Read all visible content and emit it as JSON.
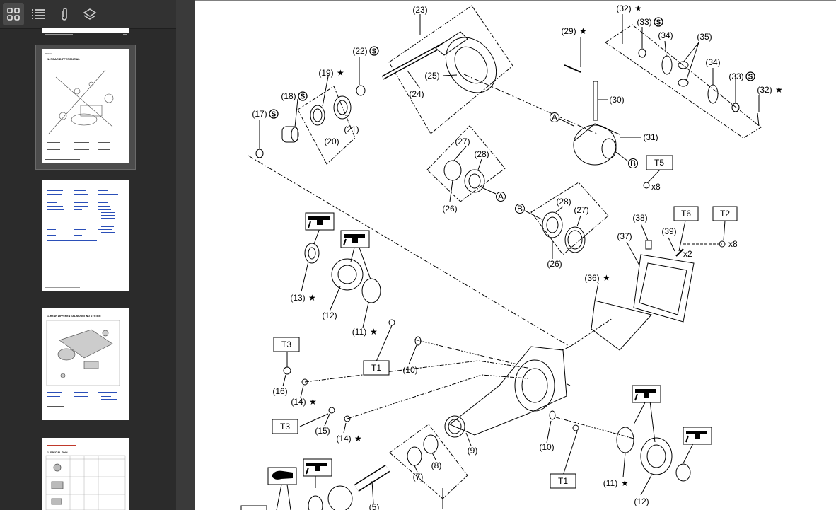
{
  "toolbar": {
    "icons": [
      "thumbnails-grid-icon",
      "outline-list-icon",
      "attachment-paperclip-icon",
      "layers-icon"
    ]
  },
  "thumbnails": [
    {
      "title": "",
      "selected": false
    },
    {
      "title": "1. REAR DIFFERENTIAL",
      "selected": true
    },
    {
      "title": "",
      "selected": false
    },
    {
      "title": "1. REAR DIFFERENTIAL MOUNTING SYSTEM",
      "selected": false
    },
    {
      "title": "1. SPECIAL TOOL",
      "selected": false
    }
  ],
  "diagram": {
    "part_labels": [
      {
        "id": "p23",
        "text": "(23)"
      },
      {
        "id": "p22",
        "text": "(22)"
      },
      {
        "id": "p19",
        "text": "(19)"
      },
      {
        "id": "p18",
        "text": "(18)"
      },
      {
        "id": "p17",
        "text": "(17)"
      },
      {
        "id": "p20",
        "text": "(20)"
      },
      {
        "id": "p21",
        "text": "(21)"
      },
      {
        "id": "p24",
        "text": "(24)"
      },
      {
        "id": "p25",
        "text": "(25)"
      },
      {
        "id": "p29",
        "text": "(29)"
      },
      {
        "id": "p32a",
        "text": "(32)"
      },
      {
        "id": "p33a",
        "text": "(33)"
      },
      {
        "id": "p34a",
        "text": "(34)"
      },
      {
        "id": "p35",
        "text": "(35)"
      },
      {
        "id": "p34b",
        "text": "(34)"
      },
      {
        "id": "p33b",
        "text": "(33)"
      },
      {
        "id": "p32b",
        "text": "(32)"
      },
      {
        "id": "p30",
        "text": "(30)"
      },
      {
        "id": "p31",
        "text": "(31)"
      },
      {
        "id": "p27a",
        "text": "(27)"
      },
      {
        "id": "p28a",
        "text": "(28)"
      },
      {
        "id": "p26a",
        "text": "(26)"
      },
      {
        "id": "p28b",
        "text": "(28)"
      },
      {
        "id": "p27b",
        "text": "(27)"
      },
      {
        "id": "p26b",
        "text": "(26)"
      },
      {
        "id": "p38",
        "text": "(38)"
      },
      {
        "id": "p37",
        "text": "(37)"
      },
      {
        "id": "p39",
        "text": "(39)"
      },
      {
        "id": "p36",
        "text": "(36)"
      },
      {
        "id": "p13",
        "text": "(13)"
      },
      {
        "id": "p12a",
        "text": "(12)"
      },
      {
        "id": "p11a",
        "text": "(11)"
      },
      {
        "id": "p10a",
        "text": "(10)"
      },
      {
        "id": "p16",
        "text": "(16)"
      },
      {
        "id": "p14a",
        "text": "(14)"
      },
      {
        "id": "p15",
        "text": "(15)"
      },
      {
        "id": "p14b",
        "text": "(14)"
      },
      {
        "id": "p9",
        "text": "(9)"
      },
      {
        "id": "p10b",
        "text": "(10)"
      },
      {
        "id": "p11b",
        "text": "(11)"
      },
      {
        "id": "p12b",
        "text": "(12)"
      },
      {
        "id": "p7",
        "text": "(7)"
      },
      {
        "id": "p8",
        "text": "(8)"
      },
      {
        "id": "p5",
        "text": "(5)"
      }
    ],
    "torque_labels": {
      "T1a": "T1",
      "T1b": "T1",
      "T2": "T2",
      "T3a": "T3",
      "T3b": "T3",
      "T5": "T5",
      "T6": "T6"
    },
    "quantity_labels": {
      "x8a": "x8",
      "x8b": "x8",
      "x2": "x2"
    },
    "callout_letters": {
      "A1": "A",
      "A2": "A",
      "B1": "B",
      "B2": "B"
    },
    "symbols": {
      "star": "★",
      "reuse": "S"
    }
  }
}
